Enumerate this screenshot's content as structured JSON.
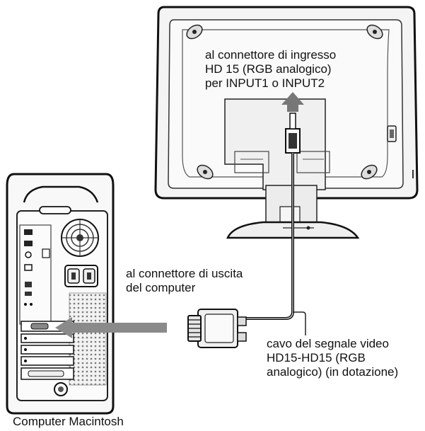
{
  "monitor_connector_label": [
    "al connettore di ingresso",
    "HD 15 (RGB analogico)",
    "per INPUT1 o INPUT2"
  ],
  "computer_output_label": [
    "al connettore di uscita",
    "del computer"
  ],
  "cable_label": [
    "cavo del segnale video",
    "HD15-HD15 (RGB",
    "analogico) (in dotazione)"
  ],
  "computer_name": "Computer Macintosh"
}
